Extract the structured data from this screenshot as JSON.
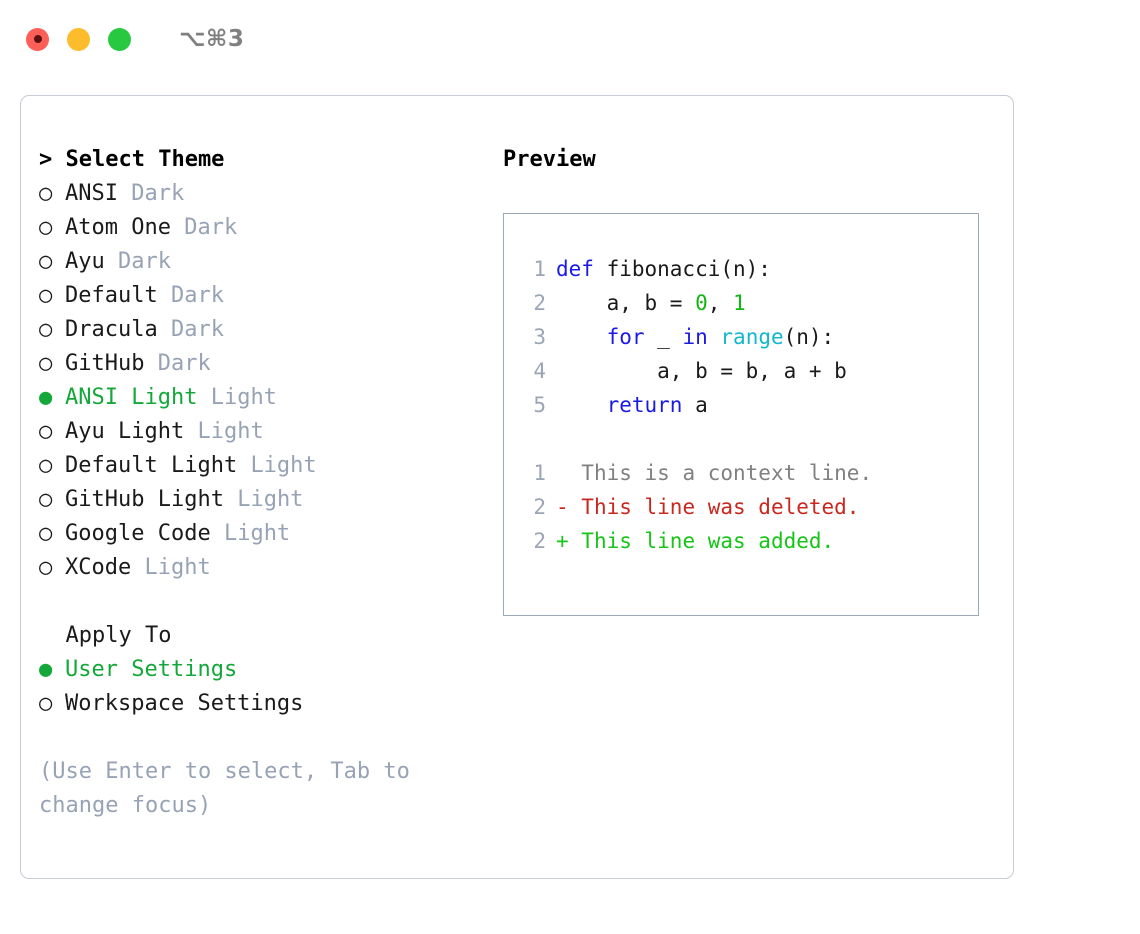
{
  "titlebar": {
    "shortcut": "⌥⌘3",
    "dots": [
      "close-red",
      "minimize-yellow",
      "maximize-green"
    ]
  },
  "left": {
    "title": "> Select Theme",
    "themes": [
      {
        "bullet": "○",
        "name": "ANSI",
        "variant": "Dark",
        "selected": false
      },
      {
        "bullet": "○",
        "name": "Atom One",
        "variant": "Dark",
        "selected": false
      },
      {
        "bullet": "○",
        "name": "Ayu",
        "variant": "Dark",
        "selected": false
      },
      {
        "bullet": "○",
        "name": "Default",
        "variant": "Dark",
        "selected": false
      },
      {
        "bullet": "○",
        "name": "Dracula",
        "variant": "Dark",
        "selected": false
      },
      {
        "bullet": "○",
        "name": "GitHub",
        "variant": "Dark",
        "selected": false
      },
      {
        "bullet": "●",
        "name": "ANSI Light",
        "variant": "Light",
        "selected": true
      },
      {
        "bullet": "○",
        "name": "Ayu Light",
        "variant": "Light",
        "selected": false
      },
      {
        "bullet": "○",
        "name": "Default Light",
        "variant": "Light",
        "selected": false
      },
      {
        "bullet": "○",
        "name": "GitHub Light",
        "variant": "Light",
        "selected": false
      },
      {
        "bullet": "○",
        "name": "Google Code",
        "variant": "Light",
        "selected": false
      },
      {
        "bullet": "○",
        "name": "XCode",
        "variant": "Light",
        "selected": false
      }
    ],
    "apply_to_heading": "Apply To",
    "apply_to": [
      {
        "bullet": "●",
        "name": "User Settings",
        "selected": true
      },
      {
        "bullet": "○",
        "name": "Workspace Settings",
        "selected": false
      }
    ],
    "hint": "(Use Enter to select, Tab to change focus)"
  },
  "right": {
    "title": "Preview",
    "code": [
      {
        "lineno": "1",
        "tokens": [
          {
            "t": "def ",
            "c": "kw"
          },
          {
            "t": "fibonacci(n):",
            "c": "txt"
          }
        ]
      },
      {
        "lineno": "2",
        "tokens": [
          {
            "t": "    a, b = ",
            "c": "txt"
          },
          {
            "t": "0",
            "c": "num"
          },
          {
            "t": ", ",
            "c": "txt"
          },
          {
            "t": "1",
            "c": "num"
          }
        ]
      },
      {
        "lineno": "3",
        "tokens": [
          {
            "t": "    ",
            "c": "txt"
          },
          {
            "t": "for",
            "c": "kw"
          },
          {
            "t": " _ ",
            "c": "txt"
          },
          {
            "t": "in",
            "c": "kw"
          },
          {
            "t": " ",
            "c": "txt"
          },
          {
            "t": "range",
            "c": "fn"
          },
          {
            "t": "(n):",
            "c": "txt"
          }
        ]
      },
      {
        "lineno": "4",
        "tokens": [
          {
            "t": "        a, b = b, a + b",
            "c": "txt"
          }
        ]
      },
      {
        "lineno": "5",
        "tokens": [
          {
            "t": "    ",
            "c": "txt"
          },
          {
            "t": "return",
            "c": "kw"
          },
          {
            "t": " a",
            "c": "txt"
          }
        ]
      }
    ],
    "diff": [
      {
        "lineno": "1",
        "marker": " ",
        "text": " This is a context line.",
        "kind": "ctx"
      },
      {
        "lineno": "2",
        "marker": "-",
        "text": " This line was deleted.",
        "kind": "del"
      },
      {
        "lineno": "2",
        "marker": "+",
        "text": " This line was added.",
        "kind": "add"
      }
    ]
  },
  "colors": {
    "selection_green": "#14A83A",
    "variant_gray": "#97A3B5",
    "keyword_blue": "#1A1AE6",
    "function_cyan": "#11B8CC",
    "number_green": "#11B811",
    "diff_delete_red": "#C8281E",
    "diff_add_green": "#16C516",
    "lineno_gray": "#9AA5B5",
    "panel_border": "#C6CBD4",
    "preview_border": "#9AA8B8"
  }
}
